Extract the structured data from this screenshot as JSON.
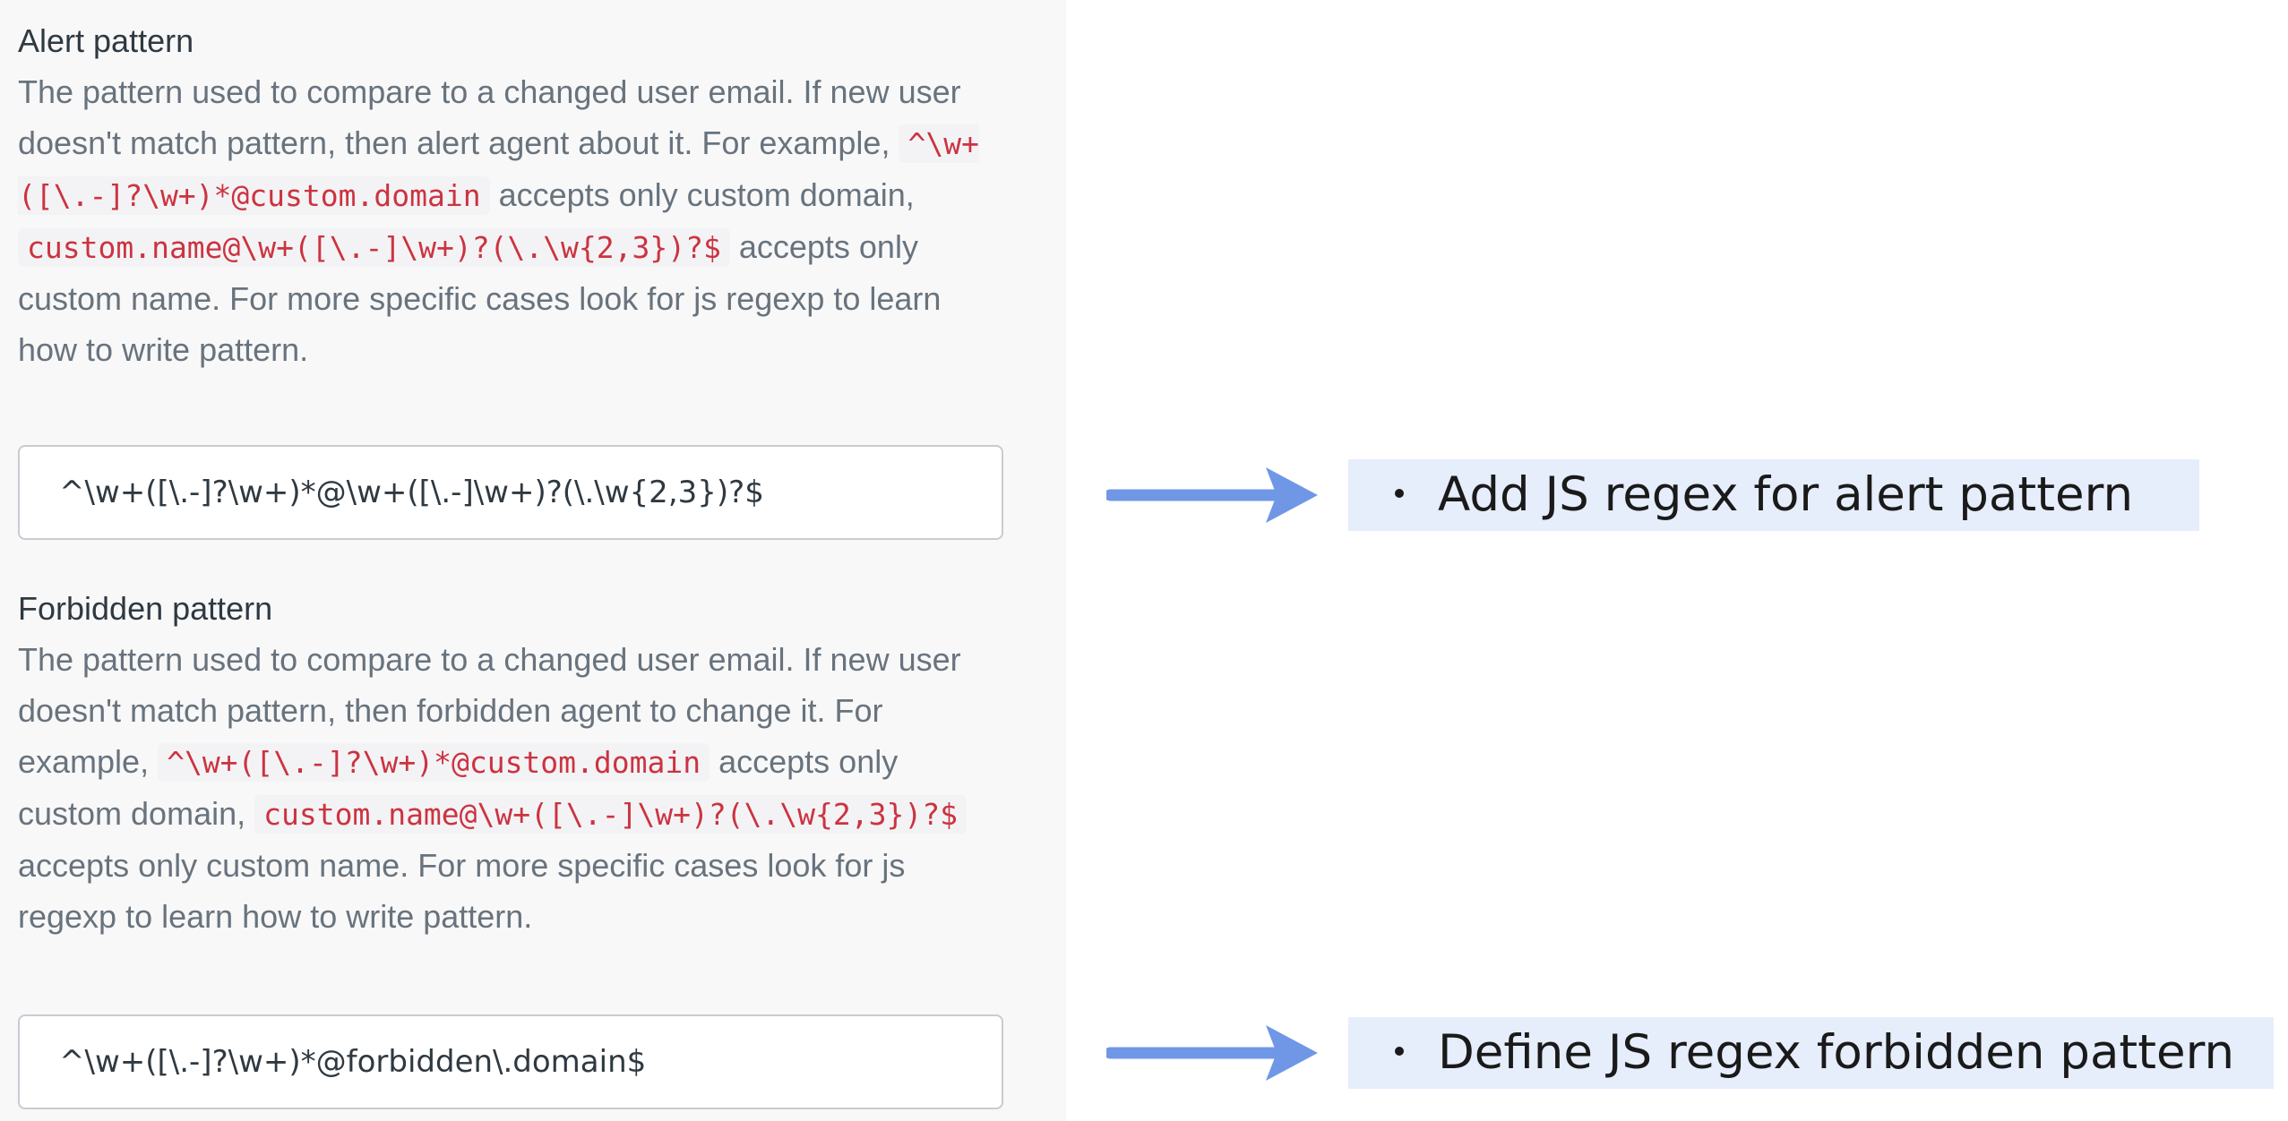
{
  "alert": {
    "title": "Alert pattern",
    "desc": {
      "t1": "The pattern used to compare to a changed user email. If new user doesn't match pattern, then alert agent about it. For example, ",
      "c1": "^\\w+([\\.-]?\\w+)*@custom.domain",
      "t2": " accepts only custom domain, ",
      "c2": "custom.name@\\w+([\\.-]\\w+)?(\\.\\w{2,3})?$",
      "t3": " accepts only custom name. For more specific cases look for js regexp to learn how to write pattern."
    },
    "input_value": "^\\w+([\\.-]?\\w+)*@\\w+([\\.-]\\w+)?(\\.\\w{2,3})?$"
  },
  "forbidden": {
    "title": "Forbidden pattern",
    "desc": {
      "t1": "The pattern used to compare to a changed user email. If new user doesn't match pattern, then forbidden agent to change it. For example, ",
      "c1": "^\\w+([\\.-]?\\w+)*@custom.domain",
      "t2": " accepts only custom domain, ",
      "c2": "custom.name@\\w+([\\.-]\\w+)?(\\.\\w{2,3})?$",
      "t3": " accepts only custom name. For more specific cases look for js regexp to learn how to write pattern."
    },
    "input_value": "^\\w+([\\.-]?\\w+)*@forbidden\\.domain$"
  },
  "annotations": {
    "alert": "Add JS regex for alert pattern",
    "forbidden": "Define JS regex forbidden pattern"
  },
  "colors": {
    "arrow": "#6f97e6",
    "callout_bg": "#e6edfb",
    "code_text": "#cc3340",
    "description_text": "#68737d"
  }
}
